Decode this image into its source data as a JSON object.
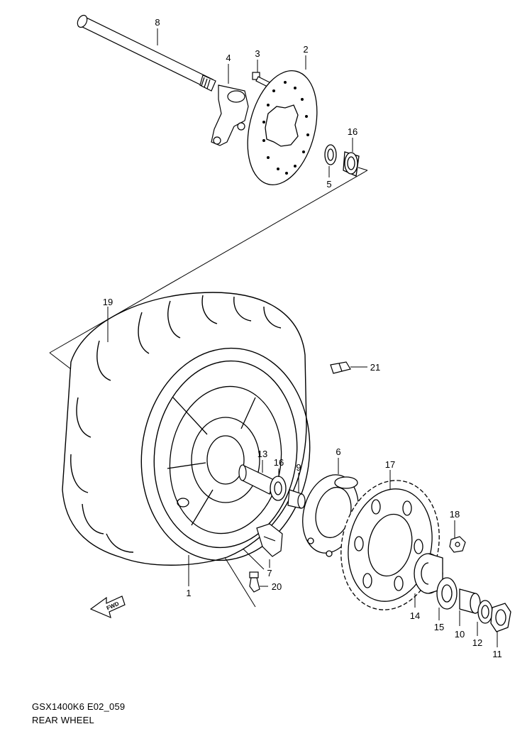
{
  "diagram": {
    "code": "GSX1400K6 E02_059",
    "title": "REAR WHEEL",
    "fwd_label": "FWD",
    "callouts": [
      {
        "id": "c8",
        "text": "8"
      },
      {
        "id": "c4",
        "text": "4"
      },
      {
        "id": "c3",
        "text": "3"
      },
      {
        "id": "c2",
        "text": "2"
      },
      {
        "id": "c16a",
        "text": "16"
      },
      {
        "id": "c5",
        "text": "5"
      },
      {
        "id": "c19",
        "text": "19"
      },
      {
        "id": "c21",
        "text": "21"
      },
      {
        "id": "c13",
        "text": "13"
      },
      {
        "id": "c16b",
        "text": "16"
      },
      {
        "id": "c9",
        "text": "9"
      },
      {
        "id": "c6",
        "text": "6"
      },
      {
        "id": "c17",
        "text": "17"
      },
      {
        "id": "c18",
        "text": "18"
      },
      {
        "id": "c7",
        "text": "7"
      },
      {
        "id": "c1",
        "text": "1"
      },
      {
        "id": "c20",
        "text": "20"
      },
      {
        "id": "c14",
        "text": "14"
      },
      {
        "id": "c15",
        "text": "15"
      },
      {
        "id": "c10",
        "text": "10"
      },
      {
        "id": "c12",
        "text": "12"
      },
      {
        "id": "c11",
        "text": "11"
      }
    ]
  }
}
